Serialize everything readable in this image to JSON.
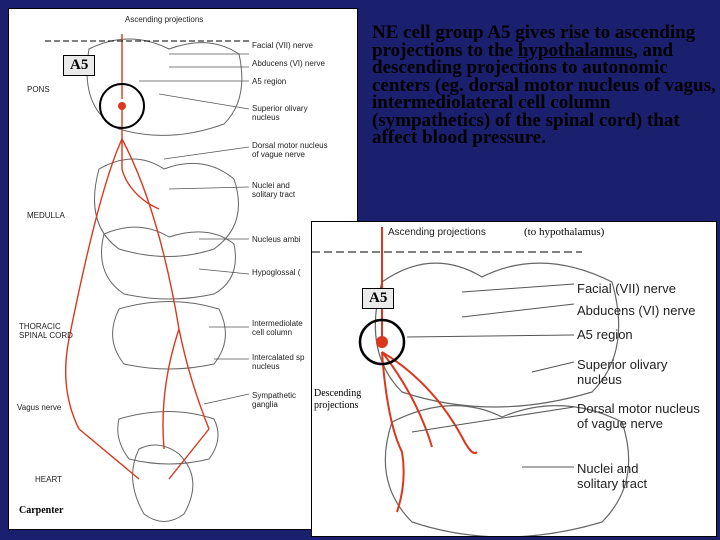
{
  "caption": {
    "before": "NE cell group A5 gives rise to ascending projections to the ",
    "underlined": "hypothalamus",
    "after": ", and descending projections to autonomic centers (eg. dorsal motor nucleus of vagus, intermediolateral cell column (sympathetics) of the spinal cord) that affect blood pressure."
  },
  "left": {
    "top_label": "Ascending projections",
    "a5_box": "A5",
    "pons": "PONS",
    "medulla": "MEDULLA",
    "thoracic": "THORACIC",
    "spinal_cord": "SPINAL CORD",
    "vagus_nerve": "Vagus nerve",
    "heart": "HEART",
    "credit": "Carpenter",
    "labels": [
      "Facial (VII) nerve",
      "Abducens (VI) nerve",
      "A5 region",
      "Superior olivary",
      "nucleus",
      "Dorsal motor nucleus",
      "of vague nerve",
      "Nuclei and",
      "solitary tract",
      "Nucleus ambi",
      "Hypoglossal (",
      "Intermediolate",
      "cell column",
      "Intercalated sp",
      "nucleus",
      "Sympathetic",
      "ganglia"
    ]
  },
  "right": {
    "top_label": "Ascending projections",
    "to_hypothalamus": "(to hypothalamus)",
    "a5_box": "A5",
    "descending_1": "Descending",
    "descending_2": "projections",
    "labels": [
      "Facial (VII) nerve",
      "Abducens (VI) nerve",
      "A5 region",
      "Superior olivary",
      "nucleus",
      "Dorsal motor nucleus",
      "of vague nerve",
      "Nuclei and",
      "solitary tract"
    ]
  },
  "colors": {
    "background": "#1a1f6e",
    "pathway": "#d9381e",
    "line": "#555555"
  }
}
